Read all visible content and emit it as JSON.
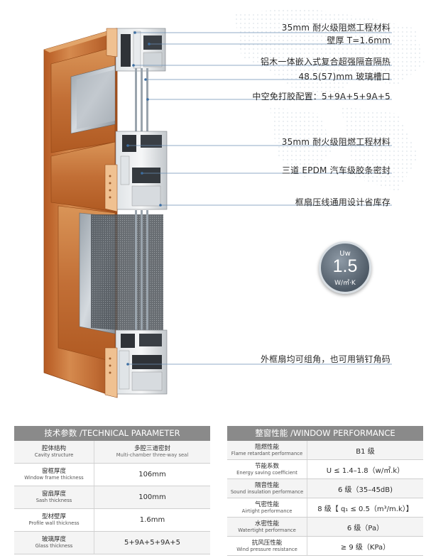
{
  "callouts": [
    {
      "id": "c1",
      "text": "35mm 耐火级阻燃工程材料"
    },
    {
      "id": "c2",
      "text": "壁厚 T=1.6mm"
    },
    {
      "id": "c3",
      "text": "铝木一体嵌入式复合超强隔音隔热"
    },
    {
      "id": "c4",
      "text": "48.5(57)mm 玻璃槽口"
    },
    {
      "id": "c5",
      "text": "中空免打胶配置：5+9A+5+9A+5"
    },
    {
      "id": "c6",
      "text": "35mm 耐火级阻燃工程材料"
    },
    {
      "id": "c7",
      "text": "三道 EPDM 汽车级胶条密封"
    },
    {
      "id": "c8",
      "text": "框扇压线通用设计省库存"
    },
    {
      "id": "c9",
      "text": "外框扇均可组角，也可用销钉角码"
    }
  ],
  "badge": {
    "top": "Uw",
    "value": "1.5",
    "unit": "W/㎡·K"
  },
  "technical": {
    "header": "技术参数 /TECHNICAL PARAMETER",
    "rows": [
      {
        "cn": "腔体结构",
        "en": "Cavity structure",
        "value": "多腔三道密封",
        "value_en": "Multi-chamber three-way seal"
      },
      {
        "cn": "窗框厚度",
        "en": "Window frame thickness",
        "value": "106mm",
        "value_en": ""
      },
      {
        "cn": "窗扇厚度",
        "en": "Sash thickness",
        "value": "100mm",
        "value_en": ""
      },
      {
        "cn": "型材壁厚",
        "en": "Profile wall thickness",
        "value": "1.6mm",
        "value_en": ""
      },
      {
        "cn": "玻璃厚度",
        "en": "Glass thickness",
        "value": "5+9A+5+9A+5",
        "value_en": ""
      }
    ]
  },
  "performance": {
    "header": "整窗性能 /WINDOW PERFORMANCE",
    "rows": [
      {
        "cn": "阻燃性能",
        "en": "Flame retardant performance",
        "value": "B1 级"
      },
      {
        "cn": "节能系数",
        "en": "Energy saving coefficient",
        "value": "U ≤ 1.4–1.8（w/㎡.k）"
      },
      {
        "cn": "隔音性能",
        "en": "Sound insulation performance",
        "value": "6 级（35–45dB)"
      },
      {
        "cn": "气密性能",
        "en": "Airtight performance",
        "value": "8 级【 q₁ ≤ 0.5（m³/m.k）】"
      },
      {
        "cn": "水密性能",
        "en": "Watertight performance",
        "value": "6 级（Pa）"
      },
      {
        "cn": "抗风压性能",
        "en": "Wind pressure resistance",
        "value": "≥ 9 级（KPa）"
      }
    ]
  }
}
